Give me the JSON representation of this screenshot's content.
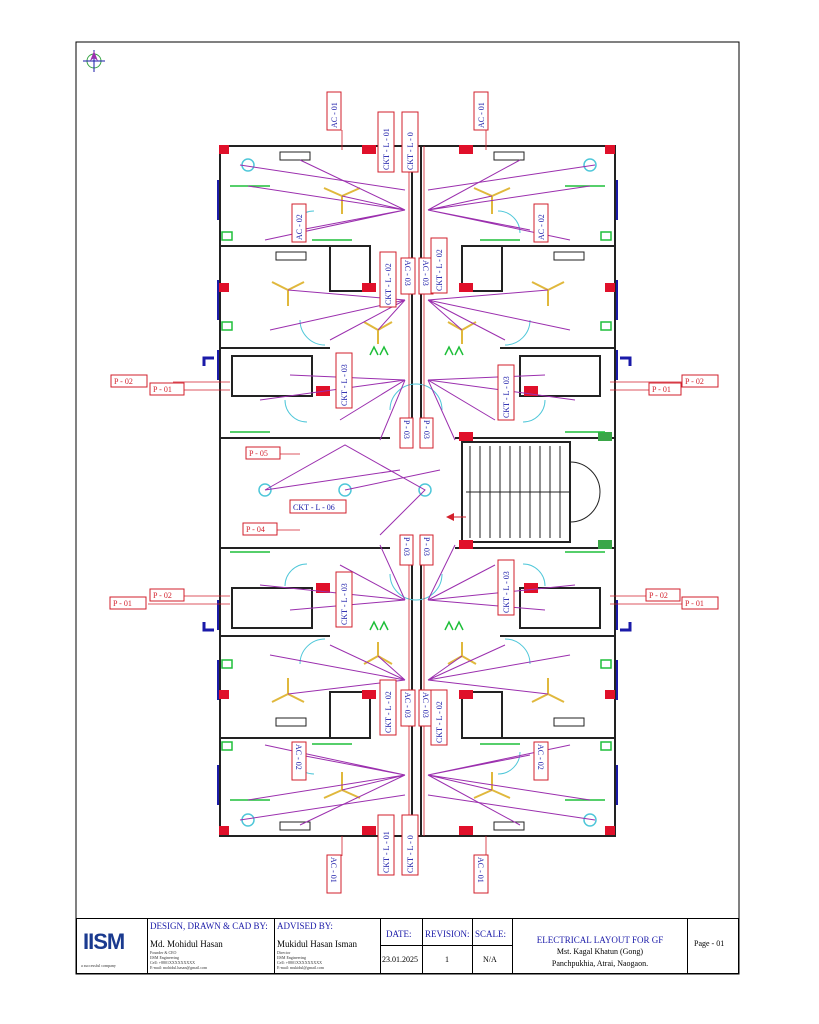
{
  "drawing": {
    "ac_labels": [
      "AC - 01",
      "AC - 02"
    ],
    "ac_alt": "AC - 03",
    "circuit_labels": [
      "CKT - L - 01",
      "CKT - L - 02",
      "CKT - L - 03",
      "CKT - L - 06"
    ],
    "ckt_short": [
      "CKT - L - 0",
      "CKT - L - 0"
    ],
    "pipe_labels": [
      "P - 01",
      "P - 02",
      "P - 03",
      "P - 04",
      "P - 05"
    ],
    "colors": {
      "walls": "#222222",
      "wiring": "#9b2fae",
      "fixtures": "#1fbf3a",
      "fans": "#e0b83c",
      "labels": "#d21f2b",
      "text": "#1a1aa8",
      "doors": "#4fc7d9"
    }
  },
  "titleblock": {
    "logo": "IISM",
    "logo_caption": "a successful company",
    "design_header": "DESIGN, DRAWN & CAD BY:",
    "designer_name": "Md. Mohidul Hasan",
    "designer_details": [
      "Founder & CEO",
      "IISM Engineering",
      "Cell: +8801XXXXXXXXX",
      "E-mail: mohidul.hasan@gmail.com"
    ],
    "advised_header": "ADVISED BY:",
    "advisor_name": "Mukidul Hasan Isman",
    "advisor_details": [
      "Director",
      "IISM Engineering",
      "Cell: +8801XXXXXXXXX",
      "E-mail: mukidul@gmail.com"
    ],
    "date_header": "DATE:",
    "date_value": "23.01.2025",
    "revision_header": "REVISION:",
    "revision_value": "1",
    "scale_header": "SCALE:",
    "scale_value": "N/A",
    "title_line1": "ELECTRICAL LAYOUT FOR GF",
    "title_line2": "Mst. Kagal Khatun (Gong)",
    "title_line3": "Panchpukhia, Atrai, Naogaon.",
    "page": "Page - 01"
  }
}
